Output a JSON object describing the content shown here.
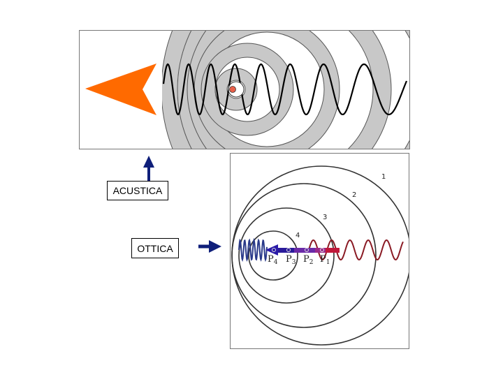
{
  "labels": {
    "acoustic": "ACUSTICA",
    "optical": "OTTICA"
  },
  "top_diagram": {
    "source_color": "#e8604a",
    "band_color": "#c8c8c8",
    "arrow_color": "#ff6a00"
  },
  "bottom_diagram": {
    "circle_labels": [
      "1",
      "2",
      "3",
      "4"
    ],
    "points": [
      {
        "letter": "P",
        "sub": "4"
      },
      {
        "letter": "P",
        "sub": "3"
      },
      {
        "letter": "P",
        "sub": "2"
      },
      {
        "letter": "P",
        "sub": "1"
      }
    ],
    "wave_color_left": "#2a3a8a",
    "wave_color_right": "#8a1a24",
    "bar_colors": [
      "#2a1a9a",
      "#6a2aa8",
      "#9a2a8a",
      "#c0183a"
    ]
  },
  "connector_arrow_color": "#0f1f7a"
}
